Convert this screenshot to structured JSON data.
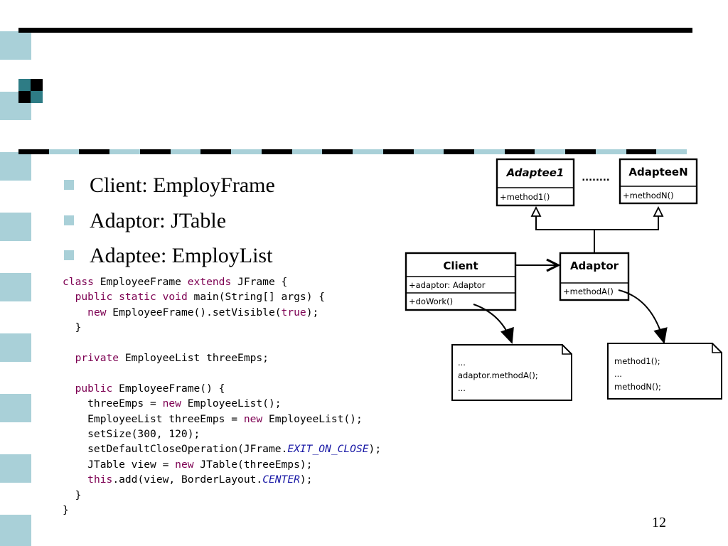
{
  "slide": {
    "page_number": "12",
    "accent_color": "#a9d0d8",
    "bullets": [
      "Client: EmployFrame",
      "Adaptor: JTable",
      "Adaptee: EmployList"
    ]
  },
  "code": {
    "language": "java",
    "lines": [
      [
        {
          "t": "class",
          "k": "k"
        },
        {
          "t": " EmployeeFrame "
        },
        {
          "t": "extends",
          "k": "k"
        },
        {
          "t": " JFrame {"
        }
      ],
      [
        {
          "t": "  "
        },
        {
          "t": "public",
          "k": "k"
        },
        {
          "t": " "
        },
        {
          "t": "static",
          "k": "k"
        },
        {
          "t": " "
        },
        {
          "t": "void",
          "k": "k"
        },
        {
          "t": " main(String[] args) {"
        }
      ],
      [
        {
          "t": "    "
        },
        {
          "t": "new",
          "k": "k"
        },
        {
          "t": " EmployeeFrame().setVisible("
        },
        {
          "t": "true",
          "k": "k"
        },
        {
          "t": ");"
        }
      ],
      [
        {
          "t": "  }"
        }
      ],
      [
        {
          "t": ""
        }
      ],
      [
        {
          "t": "  "
        },
        {
          "t": "private",
          "k": "k"
        },
        {
          "t": " EmployeeList threeEmps;"
        }
      ],
      [
        {
          "t": ""
        }
      ],
      [
        {
          "t": "  "
        },
        {
          "t": "public",
          "k": "k"
        },
        {
          "t": " EmployeeFrame() {"
        }
      ],
      [
        {
          "t": "    threeEmps = "
        },
        {
          "t": "new",
          "k": "k"
        },
        {
          "t": " EmployeeList();"
        }
      ],
      [
        {
          "t": "    EmployeeList threeEmps = "
        },
        {
          "t": "new",
          "k": "k"
        },
        {
          "t": " EmployeeList();"
        }
      ],
      [
        {
          "t": "    setSize(300, 120);"
        }
      ],
      [
        {
          "t": "    setDefaultCloseOperation(JFrame."
        },
        {
          "t": "EXIT_ON_CLOSE",
          "k": "c"
        },
        {
          "t": ");"
        }
      ],
      [
        {
          "t": "    JTable view = "
        },
        {
          "t": "new",
          "k": "k"
        },
        {
          "t": " JTable(threeEmps);"
        }
      ],
      [
        {
          "t": "    "
        },
        {
          "t": "this",
          "k": "k"
        },
        {
          "t": ".add(view, BorderLayout."
        },
        {
          "t": "CENTER",
          "k": "c"
        },
        {
          "t": ");"
        }
      ],
      [
        {
          "t": "  }"
        }
      ],
      [
        {
          "t": "}"
        }
      ]
    ]
  },
  "diagram": {
    "adaptee1": {
      "name": "Adaptee1",
      "method": "+method1()"
    },
    "ellipsis": "........",
    "adapteeN": {
      "name": "AdapteeN",
      "method": "+methodN()"
    },
    "client": {
      "name": "Client",
      "attribute": "+adaptor: Adaptor",
      "method": "+doWork()"
    },
    "adaptor": {
      "name": "Adaptor",
      "method": "+methodA()"
    },
    "client_note": [
      "...",
      "adaptor.methodA();",
      "..."
    ],
    "adaptor_note": [
      "method1();",
      "...",
      "methodN();"
    ]
  }
}
